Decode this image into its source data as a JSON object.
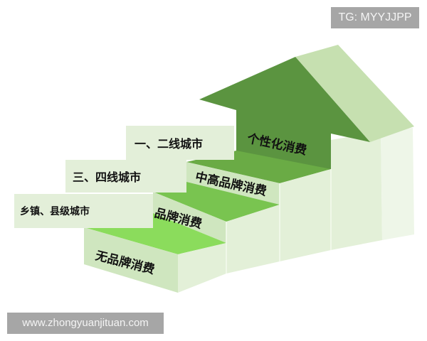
{
  "watermark_top": "TG: MYYJJPP",
  "watermark_bottom": "www.zhongyuanjituan.com",
  "diagram": {
    "title": "Consumption upgrade staircase",
    "levels": [
      {
        "step": "无品牌消费",
        "city": "乡镇、县级城市"
      },
      {
        "step": "品牌消费",
        "city": "三、四线城市"
      },
      {
        "step": "中高品牌消费",
        "city": "一、二线城市"
      },
      {
        "step": "个性化消费",
        "city": ""
      }
    ],
    "colors": {
      "arrow_dark": "#5b9440",
      "arrow_light": "#c6e0b0",
      "step_top_1": "#8bdc5c",
      "step_top_2": "#79c450",
      "step_top_3": "#6aab45",
      "step_front": "#cfe6bf",
      "side_wall": "#e3f0d8",
      "city_band": "#e3efd9"
    }
  }
}
